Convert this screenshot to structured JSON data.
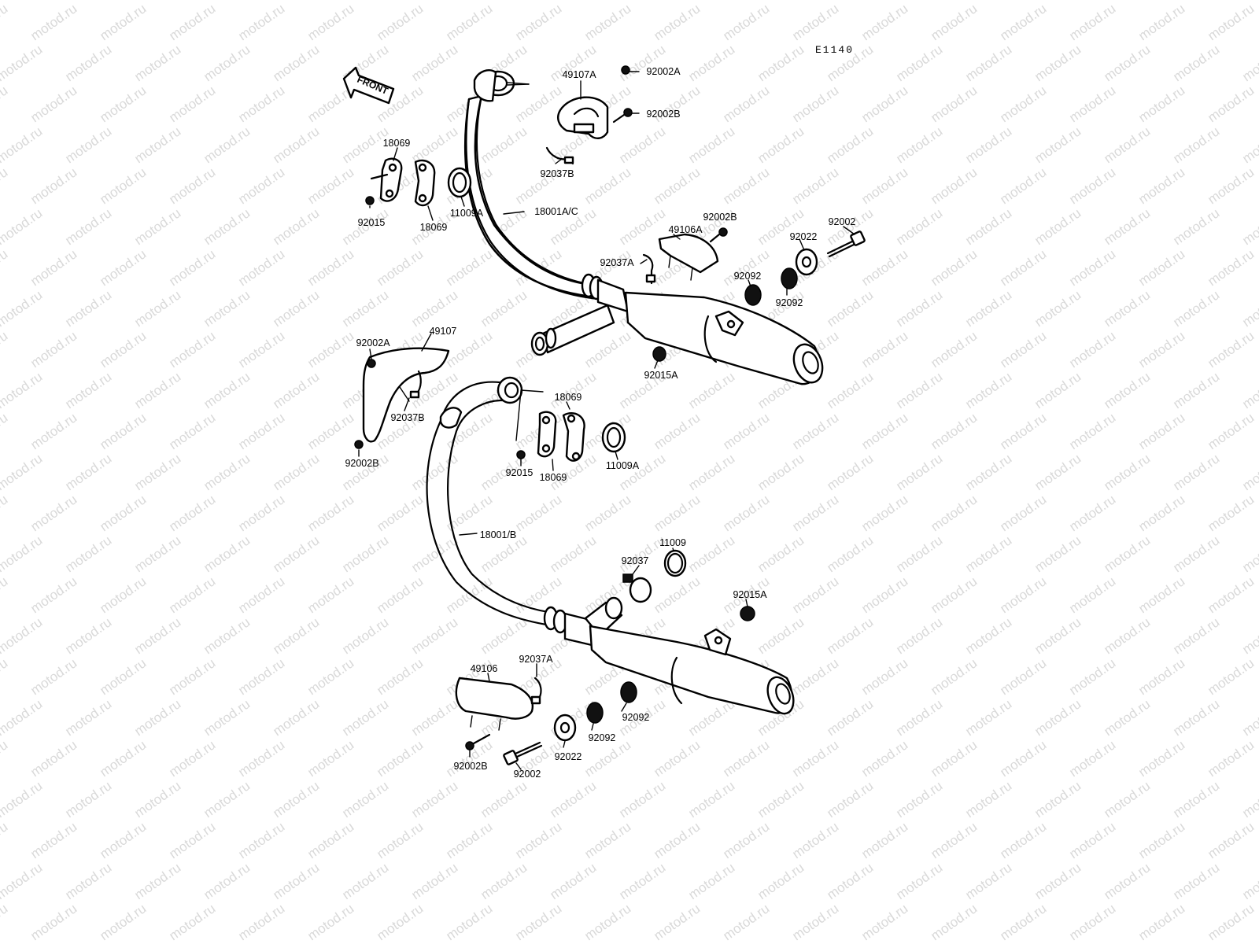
{
  "diagram_code": "E1140",
  "front_label": "FRONT",
  "watermark_text": "motod.ru",
  "labels": {
    "p49107A": "49107A",
    "p92002A_top": "92002A",
    "p92002B_top": "92002B",
    "p92037B_top": "92037B",
    "p18069_tl": "18069",
    "p18069_bl": "18069",
    "p92015_top": "92015",
    "p11009A_top": "11009A",
    "p18001AC": "18001A/C",
    "p49106A": "49106A",
    "p92002B_mid": "92002B",
    "p92002_top": "92002",
    "p92022_top": "92022",
    "p92037A_top": "92037A",
    "p92092_a": "92092",
    "p92092_b": "92092",
    "p92015A_top": "92015A",
    "p49107": "49107",
    "p92002A_mid": "92002A",
    "p92037B_mid": "92037B",
    "p92002B_left": "92002B",
    "p18069_tr": "18069",
    "p92015_mid": "92015",
    "p18069_br": "18069",
    "p11009A_mid": "11009A",
    "p18001B": "18001/B",
    "p11009": "11009",
    "p92037": "92037",
    "p92015A_bot": "92015A",
    "p49106": "49106",
    "p92037A_bot": "92037A",
    "p92092_c": "92092",
    "p92092_d": "92092",
    "p92022_bot": "92022",
    "p92002B_bot": "92002B",
    "p92002_bot": "92002"
  }
}
